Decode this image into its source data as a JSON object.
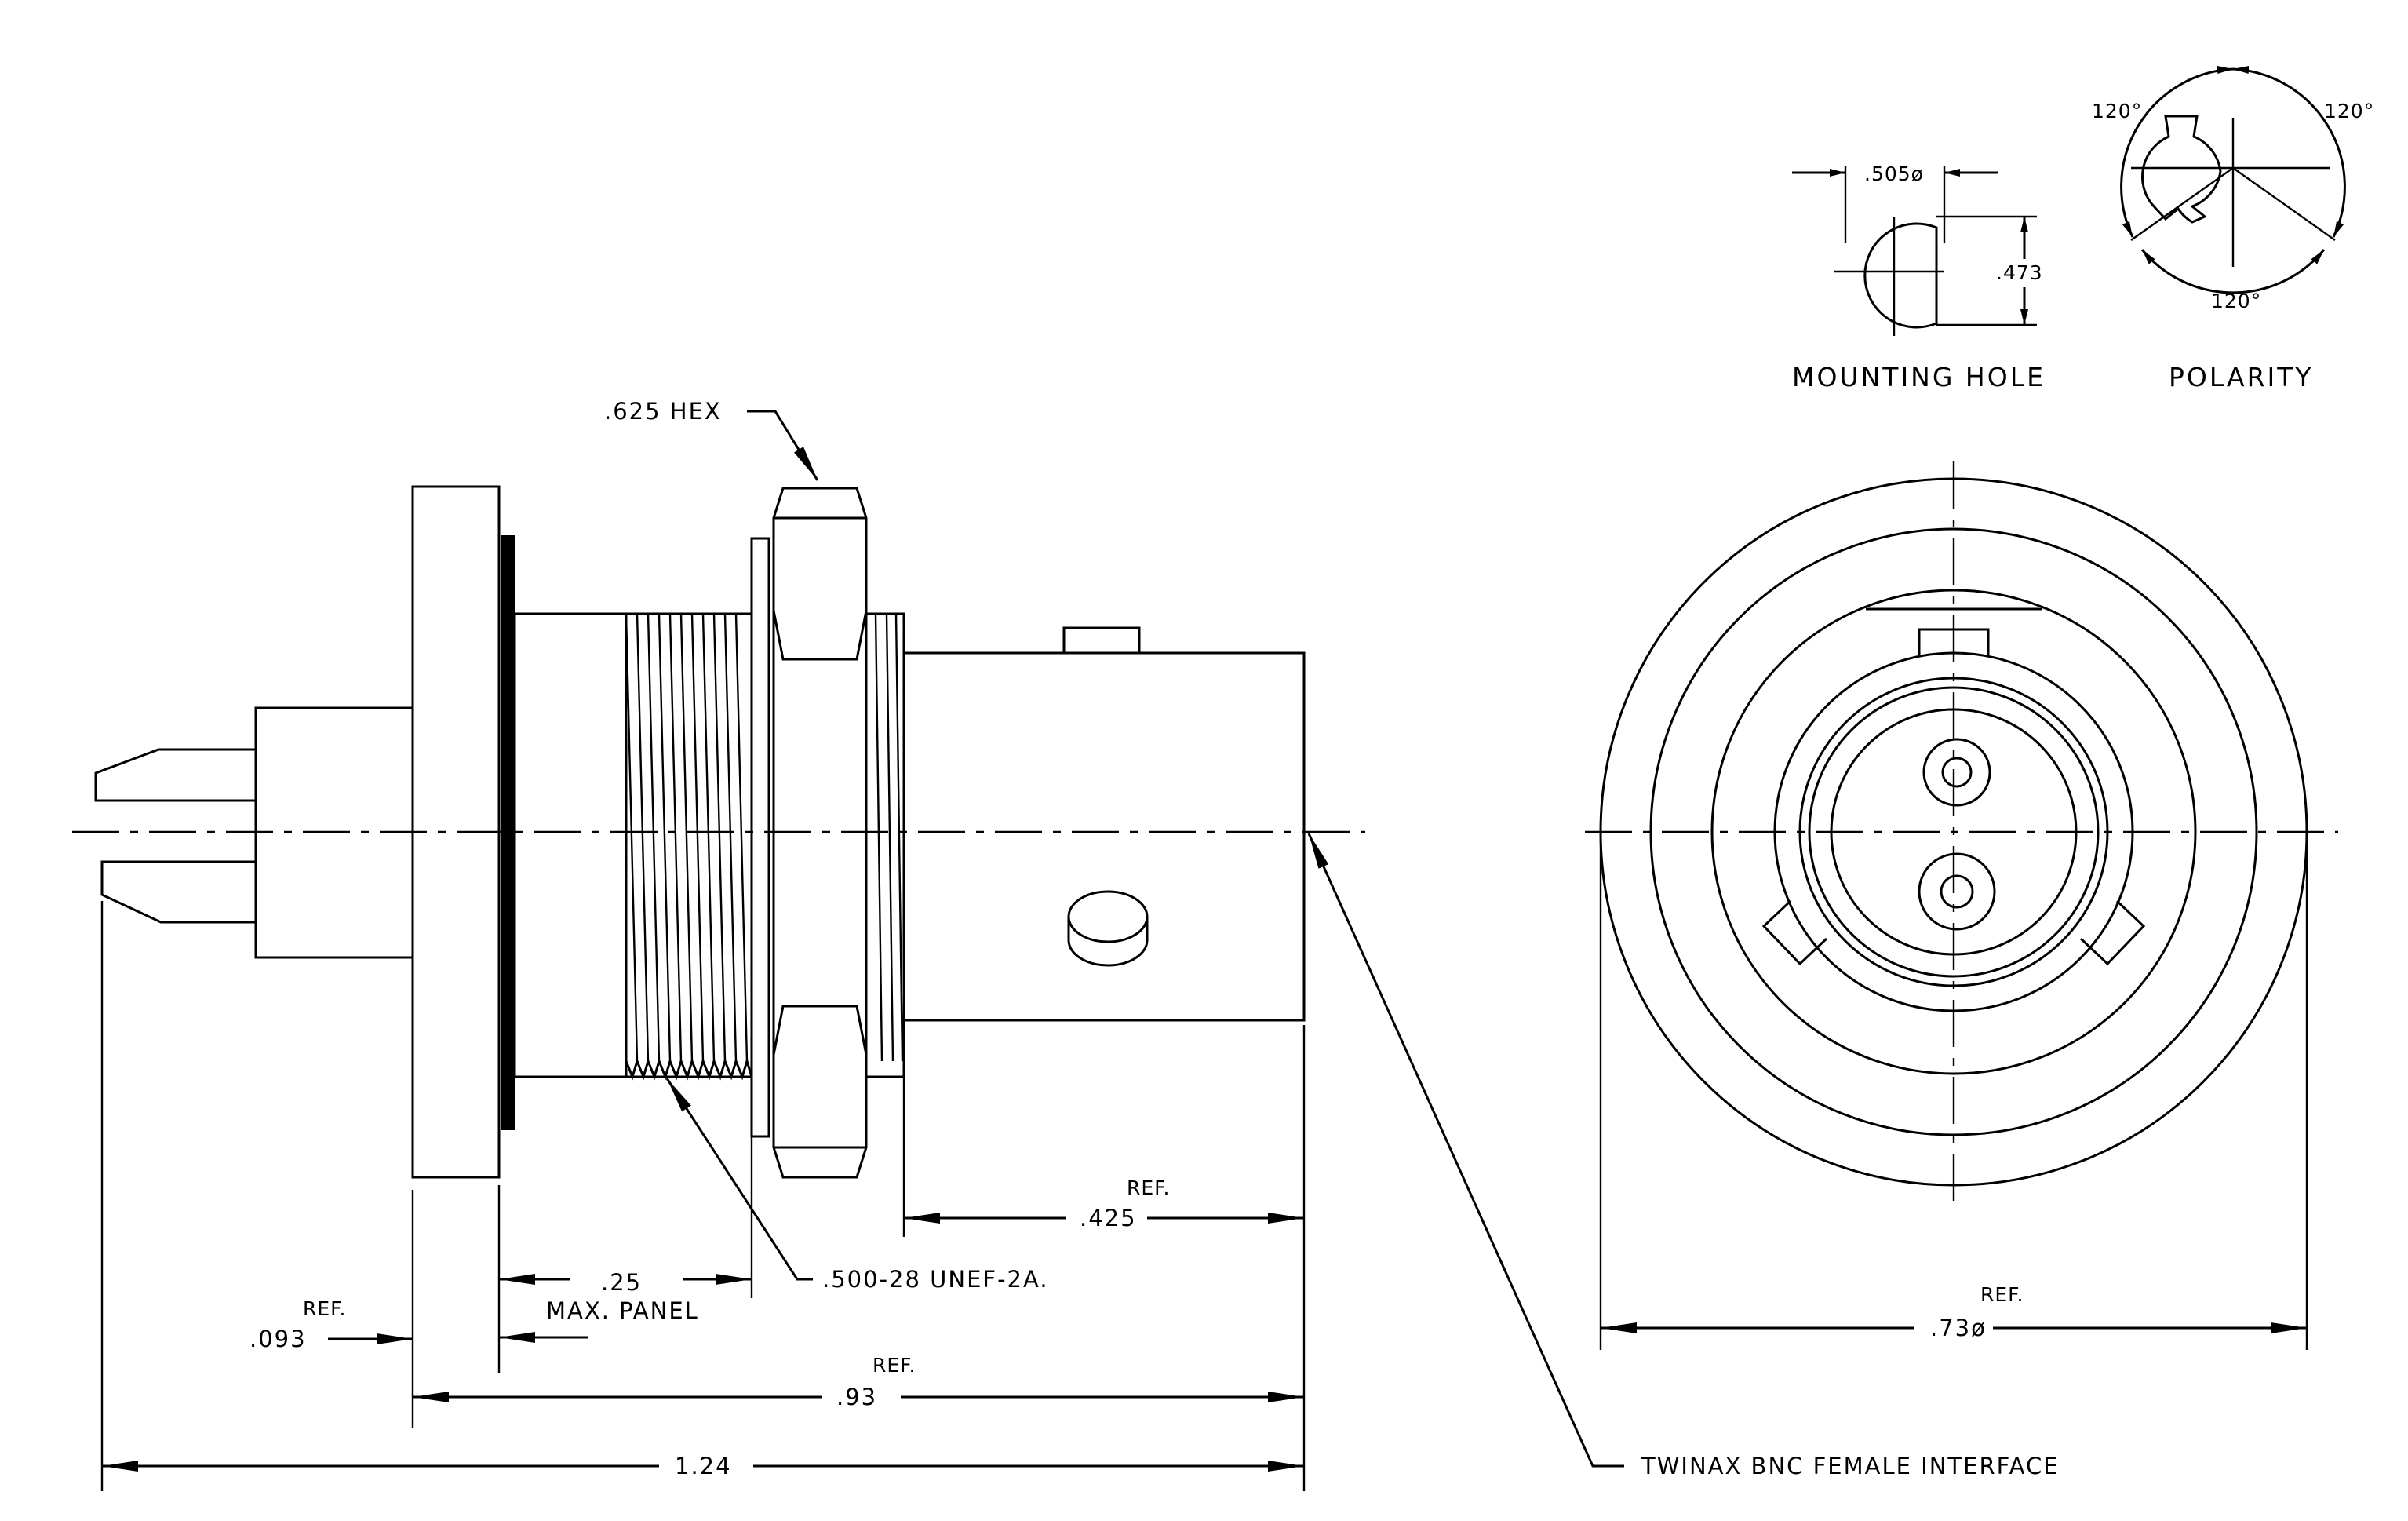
{
  "labels": {
    "hex": ".625 HEX",
    "thread": ".500-28 UNEF-2A.",
    "panel_value": ".25",
    "panel_text": "MAX. PANEL",
    "ref": "REF.",
    "dim_093": ".093",
    "dim_093_ref": "REF.",
    "dim_425": ".425",
    "dim_425_ref": "REF.",
    "dim_93": ".93",
    "dim_93_ref": "REF.",
    "dim_124": "1.24",
    "dim_73": ".73ø",
    "dim_73_ref": "REF.",
    "interface": "TWINAX BNC FEMALE INTERFACE",
    "mounting_hole_title": "MOUNTING HOLE",
    "mounting_dia": ".505ø",
    "mounting_flat": ".473",
    "polarity_title": "POLARITY",
    "angle_left": "120°",
    "angle_right": "120°",
    "angle_bottom": "120°"
  }
}
